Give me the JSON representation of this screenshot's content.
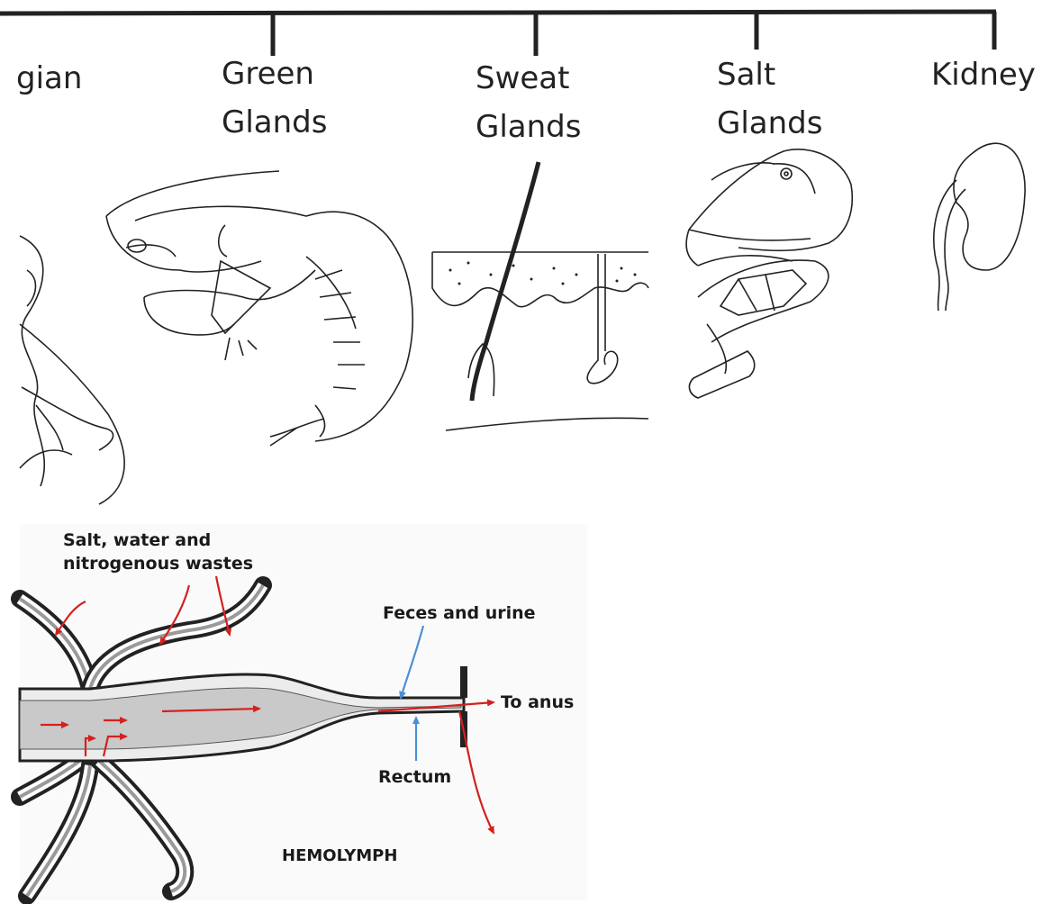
{
  "top_labels": {
    "malpighian": "gian",
    "green_glands": [
      "Green",
      "Glands"
    ],
    "sweat_glands": [
      "Sweat",
      "Glands"
    ],
    "salt_glands": [
      "Salt",
      "Glands"
    ],
    "kidney": "Kidney"
  },
  "malpighian_diagram": {
    "inputs_label": [
      "Salt, water and",
      "nitrogenous wastes"
    ],
    "output_label": "Feces and urine",
    "exit_label": "To anus",
    "rectum_label": "Rectum",
    "hemolymph_label": "HEMOLYMPH"
  },
  "colors": {
    "arrow_red": "#d42020",
    "arrow_blue": "#4a8fd4",
    "line": "#1f1f1f"
  }
}
